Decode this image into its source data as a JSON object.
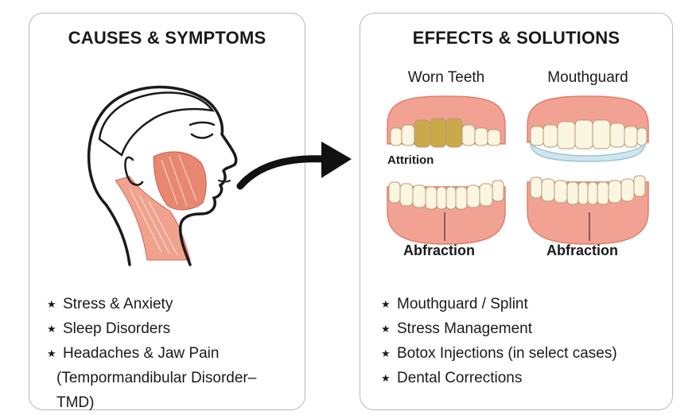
{
  "left_panel": {
    "title": "CAUSES & SYMPTOMS",
    "bullets": [
      "Stress & Anxiety",
      "Sleep Disorders",
      "Headaches & Jaw Pain"
    ],
    "continuation": "(Tempormandibular Disorder–",
    "continuation2": "TMD)"
  },
  "right_panel": {
    "title": "EFFECTS & SOLUTIONS",
    "worn_teeth_title": "Worn Teeth",
    "mouthguard_title": "Mouthguard",
    "attrition_label": "Attrition",
    "abfraction_label_left": "Abfraction",
    "abfraction_label_right": "Abfraction",
    "bullets": [
      "Mouthguard / Splint",
      "Stress Management",
      "Botox Injections (in select cases)",
      "Dental Corrections"
    ]
  },
  "bullet_symbol": "★",
  "colors": {
    "gum": "#f2a293",
    "gum_dark": "#e07f6f",
    "tooth": "#fbf6e2",
    "worn_tooth": "#c9a94a",
    "muscle": "#e8876f",
    "mouthguard": "#cfe6ee",
    "arrow": "#111111"
  }
}
